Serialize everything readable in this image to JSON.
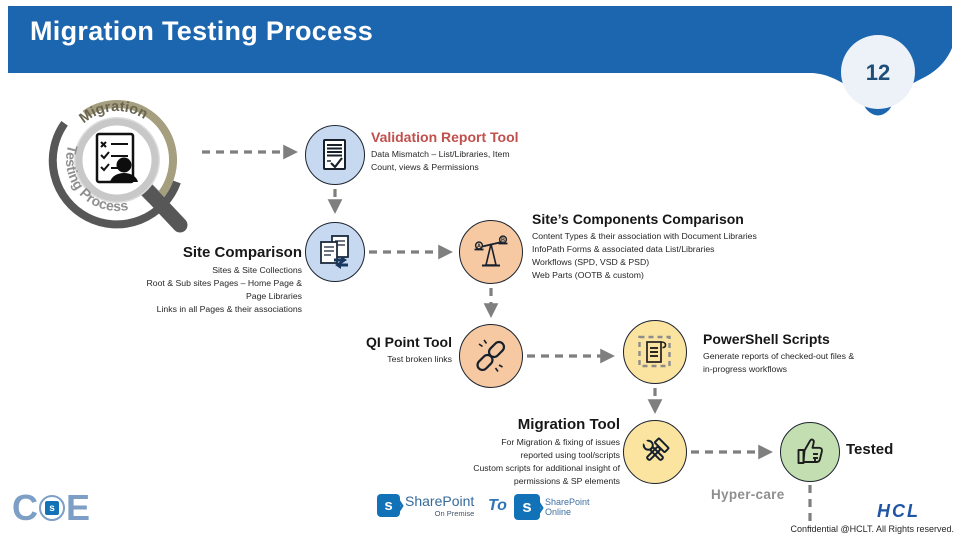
{
  "header": {
    "title": "Migration Testing Process",
    "page_number": "12"
  },
  "magnifier": {
    "top_text": "Migration",
    "bottom_text": "Testing Process"
  },
  "nodes": {
    "validation": {
      "title": "Validation Report Tool",
      "lines": [
        "Data Mismatch – List/Libraries, Item",
        "Count, views & Permissions"
      ]
    },
    "site_comparison": {
      "title": "Site Comparison",
      "lines": [
        "Sites & Site Collections",
        "Root & Sub sites Pages – Home Page &",
        "Page Libraries",
        "Links in all Pages & their associations"
      ]
    },
    "components": {
      "title": "Site’s Components Comparison",
      "lines": [
        "Content Types & their association with Document Libraries",
        "InfoPath Forms & associated data List/Libraries",
        "Workflows (SPD, VSD & PSD)",
        "Web Parts (OOTB & custom)"
      ]
    },
    "qi_point": {
      "title": "QI Point Tool",
      "lines": [
        "Test broken links"
      ]
    },
    "powershell": {
      "title": "PowerShell Scripts",
      "lines": [
        "Generate reports of checked-out files &",
        "in-progress workflows"
      ]
    },
    "migration_tool": {
      "title": "Migration Tool",
      "lines": [
        "For Migration & fixing of issues",
        "reported using tool/scripts",
        "Custom scripts for additional insight of",
        "permissions & SP elements"
      ]
    },
    "tested": {
      "title": "Tested"
    },
    "hypercare": {
      "label": "Hyper-care"
    }
  },
  "icons": {
    "magnifier": "magnifier-checklist-icon",
    "validation": "document-check-icon",
    "site_comparison": "documents-compare-icon",
    "components": "balance-scale-icon",
    "qi_point": "broken-link-icon",
    "powershell": "script-scroll-icon",
    "migration_tool": "crossed-tools-icon",
    "tested": "thumbs-up-icon",
    "sharepoint_tile": "s❯"
  },
  "footer": {
    "sharepoint_onprem": {
      "name": "SharePoint",
      "sub": "On Premise",
      "tile": "s"
    },
    "to_label": "To",
    "sharepoint_online": {
      "name": "SharePoint",
      "sub": "Online",
      "tile": "s"
    },
    "coe": {
      "left": "C",
      "right": "E",
      "tile": "s"
    },
    "brand": "HCL",
    "confidential": "Confidential @HCLT. All Rights reserved."
  },
  "colors": {
    "header_blue": "#1b66ae",
    "page_circle": "#edf2f9",
    "page_number_text": "#1f4e79",
    "node_blue": "#c6d9f0",
    "node_peach": "#f6c9a2",
    "node_yellow": "#fbe3a0",
    "node_green": "#c3dfb1",
    "validation_title_red": "#c0504d",
    "connector_gray": "#7f7f7f",
    "sharepoint_blue": "#1272b8",
    "hcl_blue": "#1f55a4",
    "coe_blue": "#7d9fc6",
    "arc_olive": "#a59f80",
    "arc_gray": "#575757"
  }
}
